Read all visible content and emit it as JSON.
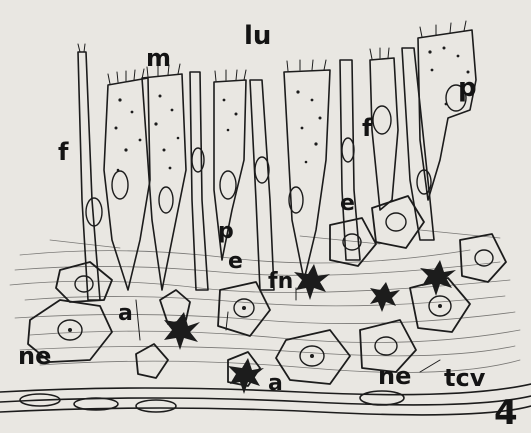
{
  "figure": {
    "panel_number": "4",
    "labels": {
      "lu": "lu",
      "m": "m",
      "f_left": "f",
      "f_right": "f",
      "p_top": "p",
      "p_mid": "p",
      "e_mid": "e",
      "e_right": "e",
      "fn": "fn",
      "a_left": "a",
      "a_bottom": "a",
      "ne_left": "ne",
      "ne_bottom": "ne",
      "tcv": "tcv"
    },
    "colors": {
      "background": "#e9e7e2",
      "ink": "#1c1c1c"
    }
  }
}
